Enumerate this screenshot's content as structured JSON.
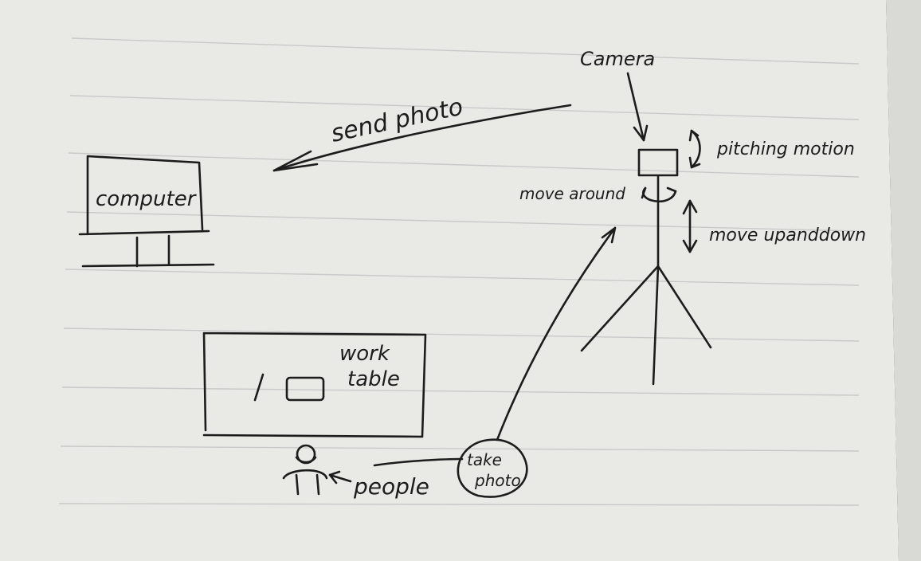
{
  "labels": {
    "camera": "Camera",
    "send_photo": "send photo",
    "pitching_motion": "pitching motion",
    "move_around": "move around",
    "move_up_and_down": "move upanddown",
    "computer": "computer",
    "work": "work",
    "table": "table",
    "people": "people",
    "take": "take",
    "photo": "photo"
  },
  "colors": {
    "paper": "#e9e9e6",
    "ink": "#1c1c1c",
    "rule_line": "#c9c9c9",
    "background": "#3a3a38"
  }
}
